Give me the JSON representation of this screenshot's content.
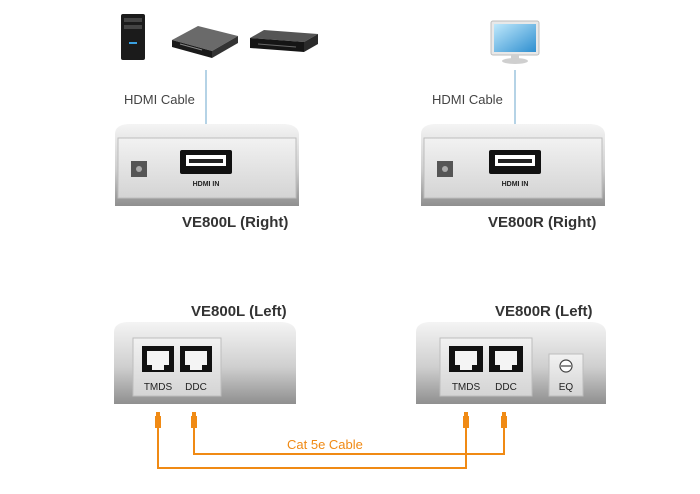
{
  "sources": {
    "devices": [
      "tower-pc-icon",
      "dvd-player-icon",
      "media-player-icon"
    ],
    "cable_label": "HDMI Cable"
  },
  "display": {
    "device": "monitor-icon",
    "cable_label": "HDMI Cable"
  },
  "units": {
    "ve800l_right": {
      "title": "VE800L (Right)",
      "port_label": "HDMI IN"
    },
    "ve800r_right": {
      "title": "VE800R (Right)",
      "port_label": "HDMI IN"
    },
    "ve800l_left": {
      "title": "VE800L (Left)",
      "port_labels": [
        "TMDS",
        "DDC"
      ]
    },
    "ve800r_left": {
      "title": "VE800R (Left)",
      "port_labels": [
        "TMDS",
        "DDC"
      ],
      "eq_label": "EQ"
    }
  },
  "link": {
    "cable_label": "Cat 5e Cable"
  },
  "colors": {
    "cable": "#f08a14",
    "line": "#9cc4dd",
    "panel": "#1a1a1a"
  }
}
